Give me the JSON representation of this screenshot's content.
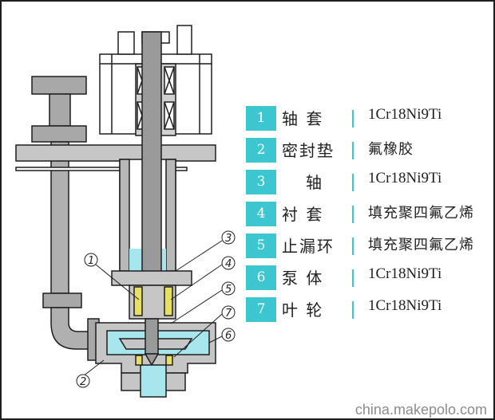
{
  "parts": [
    {
      "number": "1",
      "name": "轴 套",
      "material": "1Cr18Ni9Ti"
    },
    {
      "number": "2",
      "name": "密封垫",
      "material": "氟橡胶"
    },
    {
      "number": "3",
      "name": "轴",
      "material": "1Cr18Ni9Ti"
    },
    {
      "number": "4",
      "name": "衬 套",
      "material": "填充聚四氟乙烯"
    },
    {
      "number": "5",
      "name": "止漏环",
      "material": "填充聚四氟乙烯"
    },
    {
      "number": "6",
      "name": "泵 体",
      "material": "1Cr18Ni9Ti"
    },
    {
      "number": "7",
      "name": "叶 轮",
      "material": "1Cr18Ni9Ti"
    }
  ],
  "callouts": [
    "1",
    "2",
    "3",
    "4",
    "5",
    "6",
    "7"
  ],
  "watermark": "china.makepolo.com",
  "colors": {
    "accent": "#3cc6d0",
    "metal": "#b8b8b8",
    "fluid": "#a8e6ee",
    "liner": "#e8e060",
    "outline": "#1e1e1e"
  }
}
